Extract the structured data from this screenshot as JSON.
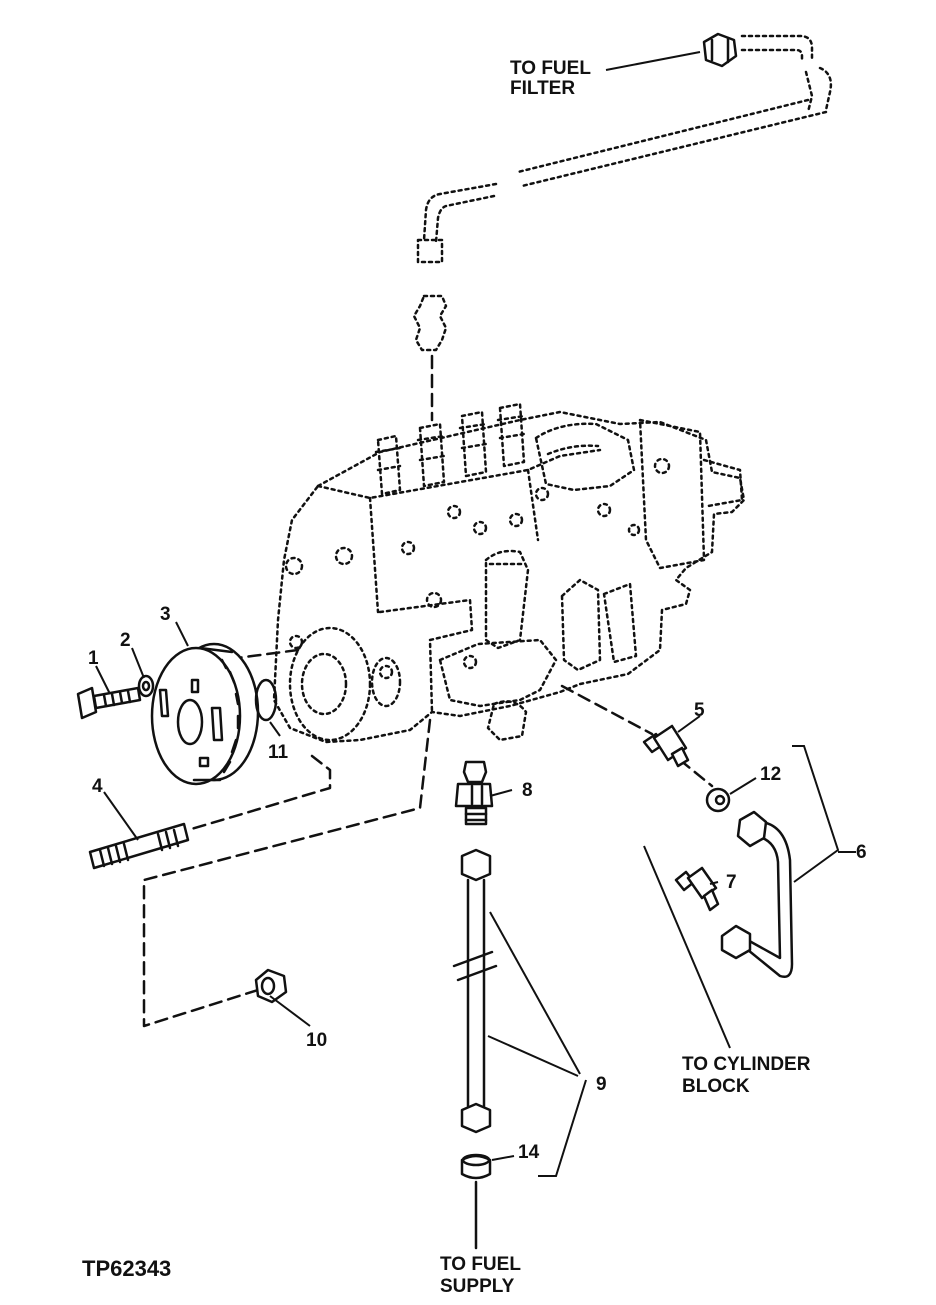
{
  "figure_id": "TP62343",
  "labels": {
    "to_fuel_filter_1": "TO FUEL",
    "to_fuel_filter_2": "FILTER",
    "to_cylinder_block_1": "TO CYLINDER",
    "to_cylinder_block_2": "BLOCK",
    "to_fuel_supply_1": "TO FUEL",
    "to_fuel_supply_2": "SUPPLY"
  },
  "callouts": {
    "c1": "1",
    "c2": "2",
    "c3": "3",
    "c4": "4",
    "c5": "5",
    "c6": "6",
    "c7": "7",
    "c8": "8",
    "c9": "9",
    "c10": "10",
    "c11": "11",
    "c12": "12",
    "c14": "14"
  }
}
